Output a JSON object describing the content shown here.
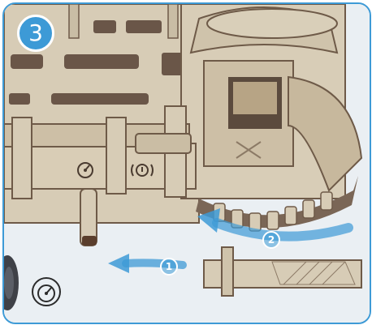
{
  "step": {
    "number": "3"
  },
  "arrows": [
    {
      "label": "1"
    },
    {
      "label": "2"
    }
  ],
  "icons": {
    "corner_icon": "gauge-icon",
    "part_icon_left": "gauge-icon",
    "part_icon_right": "brake-icon"
  },
  "colors": {
    "accent": "#3d9ad6",
    "wood": "#d9ccb4",
    "wood_dark": "#5c4a3c",
    "background": "#e9eef2"
  }
}
